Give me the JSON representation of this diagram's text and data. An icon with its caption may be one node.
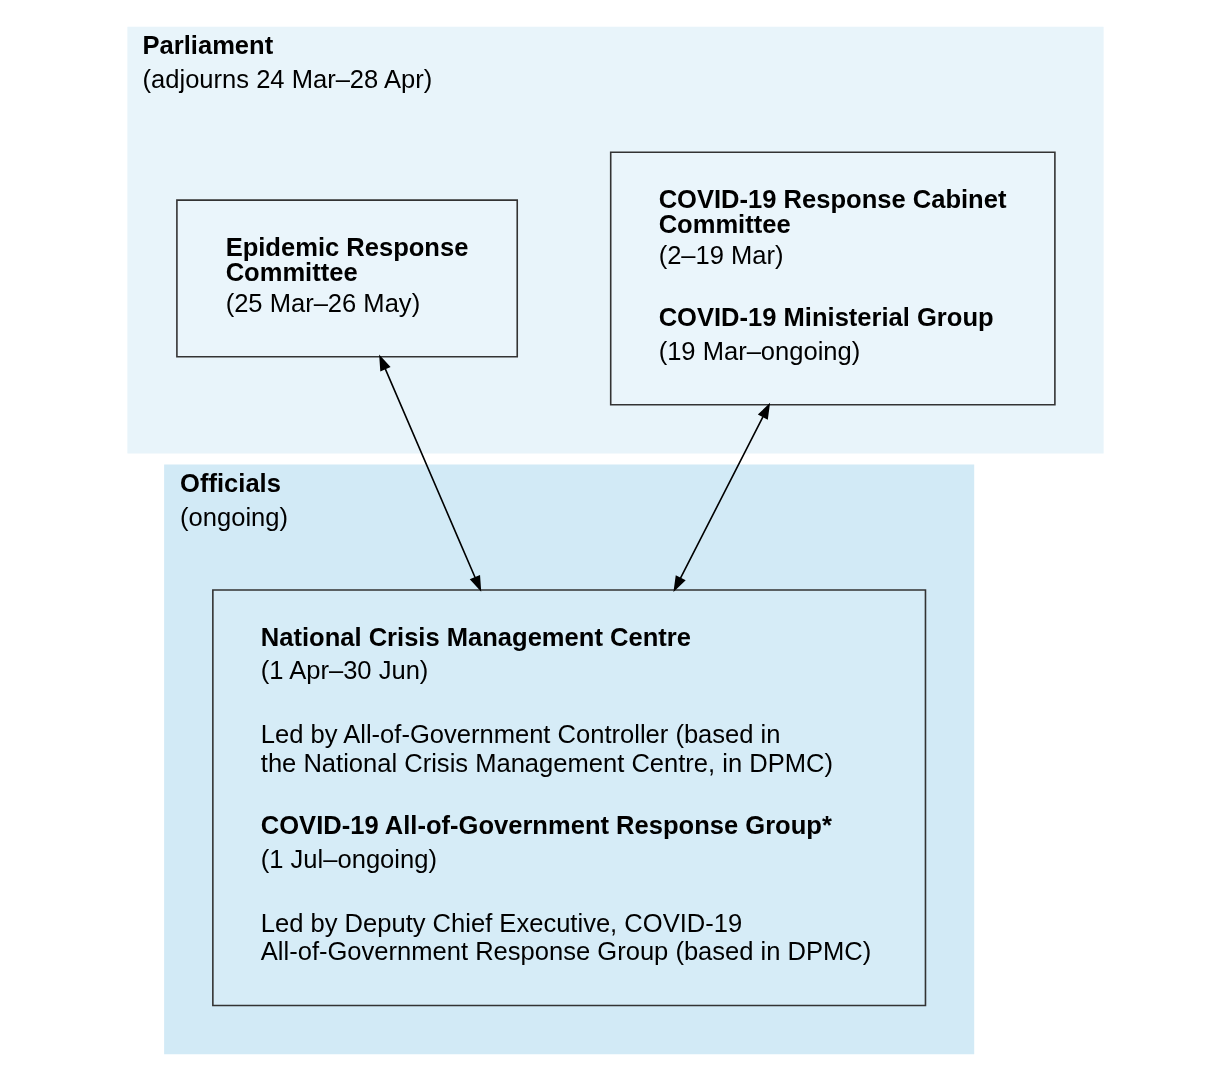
{
  "diagram": {
    "nodes": [
      {
        "text": [
          "Parliament",
          "(adjourns 24 Mar–28 Apr)"
        ]
      },
      {
        "text": [
          "COVID-19 Response Cabinet Committee",
          "(2–19 Mar)",
          "COVID-19 Ministerial Group",
          "(19 Mar–ongoing)"
        ],
        "in": 0
      },
      {
        "text": [
          "Epidemic Response Committee",
          "(25 Mar–26 May)"
        ],
        "in": 0
      },
      {
        "text": [
          "Officials",
          "(ongoing)"
        ]
      },
      {
        "text": [
          "National Crisis Management Centre",
          "(1 Apr–30 Jun)",
          "Led by All-of-Government Controller (based in the National Crisis Management Centre, in DPMC)",
          "COVID-19 All-of-Government Response Group*",
          "(1 Jul–ongoing)",
          "Led by Deputy Chief Executive, COVID-19 All-of-Government Response Group (based in DPMC)"
        ],
        "in": 3
      }
    ],
    "edges": [
      {
        "from": 1,
        "to": 4,
        "arrow": "both"
      },
      {
        "from": 2,
        "to": 4,
        "arrow": "both"
      }
    ]
  }
}
